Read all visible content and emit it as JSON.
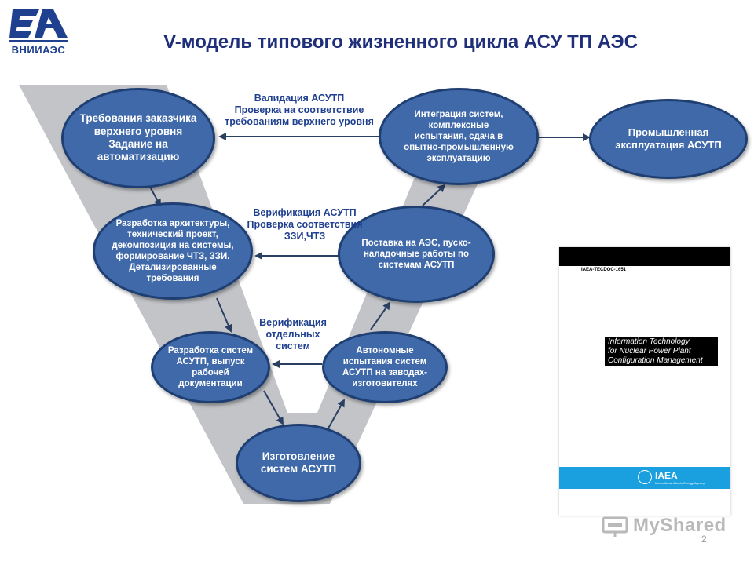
{
  "logo": {
    "text": "ВНИИАЭС"
  },
  "title": "V-модель  типового жизненного цикла АСУ ТП АЭС",
  "nodes": {
    "customer_requirements": "Требования заказчика\nверхнего уровня\nЗадание на\nавтоматизацию",
    "architecture": "Разработка архитектуры,\nтехнический проект,\nдекомпозиция на системы,\nформирование ЧТЗ, ЗЗИ.\nДетализированные\nтребования",
    "system_development": "Разработка систем\nАСУТП, выпуск\nрабочей\nдокументации",
    "manufacturing": "Изготовление\nсистем АСУТП",
    "autonomous_tests": "Автономные\nиспытания систем\nАСУТП на заводах-\nизготовителях",
    "delivery": "Поставка на АЭС, пуско-\nналадочные работы по\nсистемам АСУТП",
    "integration": "Интеграция систем,\nкомплексные\nиспытания, сдача в\nопытно-промышленную\nэксплуатацию",
    "operation": "Промышленная\nэксплуатация АСУТП"
  },
  "flows": {
    "validation": "Валидация АСУТП\nПроверка на соответствие\nтребованиям верхнего уровня",
    "verification": "Верификация АСУТП\nПроверка соответствия\nЗЗИ,ЧТЗ",
    "system_verification": "Верификация\nотдельных систем"
  },
  "document": {
    "code": "IAEA-TECDOC-1651",
    "title": "Information Technology\nfor Nuclear Power Plant\nConfiguration Management",
    "publisher": "IAEA",
    "publisher_full": "International Atomic Energy Agency"
  },
  "watermark": "MyShared",
  "page_number": "2",
  "colors": {
    "node_fill": "#3f69a9",
    "node_border": "#1f3f73",
    "v_band": "#c2c4c8",
    "title": "#1f2f7a",
    "arrow": "#2b3f63"
  }
}
